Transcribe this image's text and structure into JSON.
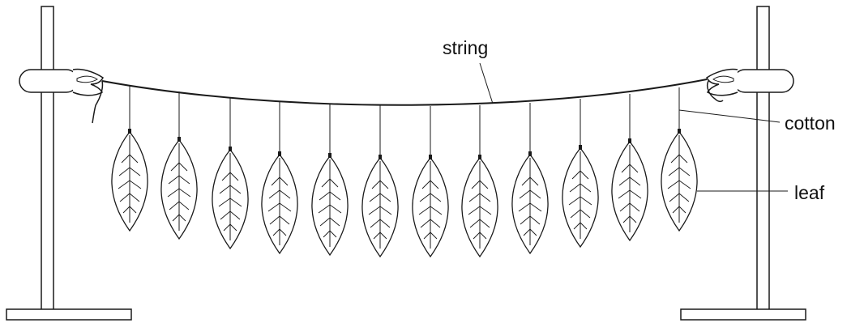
{
  "labels": {
    "string": "string",
    "cotton": "cotton",
    "leaf": "leaf"
  },
  "colors": {
    "line": "#1a1a1a",
    "background": "#ffffff"
  },
  "leaf_count": 12
}
